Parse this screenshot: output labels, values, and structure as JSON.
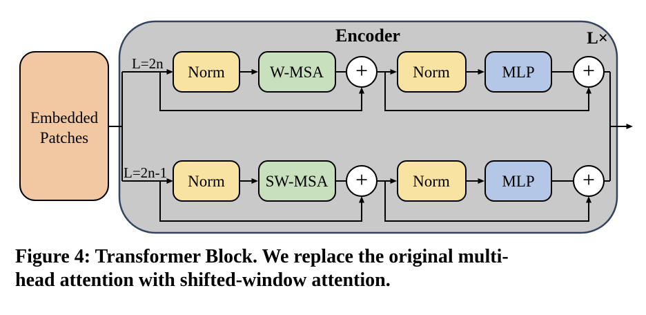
{
  "figure": {
    "title": "Encoder",
    "repeat_badge": "L×",
    "input_block": {
      "line1": "Embedded",
      "line2": "Patches"
    },
    "rows": [
      {
        "branch_label": "L=2n",
        "norm1": "Norm",
        "attention": "W-MSA",
        "norm2": "Norm",
        "mlp": "MLP",
        "adder1": "+",
        "adder2": "+"
      },
      {
        "branch_label": "L=2n-1",
        "norm1": "Norm",
        "attention": "SW-MSA",
        "norm2": "Norm",
        "mlp": "MLP",
        "adder1": "+",
        "adder2": "+"
      }
    ],
    "colors": {
      "encoder_fill": "#c9c9c9",
      "encoder_border": "#35455f",
      "input_fill": "#f2c8a2",
      "norm_fill": "#f8e3a3",
      "attention_fill": "#c9e0bf",
      "mlp_fill": "#b4c7e6",
      "adder_fill": "#ffffff",
      "line": "#000000"
    }
  },
  "caption": {
    "line1": "Figure 4: Transformer Block. We replace the original multi-",
    "line2": "head attention with shifted-window attention."
  }
}
